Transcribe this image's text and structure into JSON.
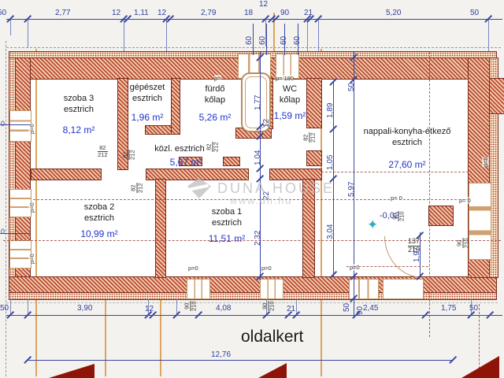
{
  "dims": {
    "top": [
      "50",
      "2,77",
      "12",
      "1,11",
      "12",
      "2,79",
      "18",
      "12",
      "90",
      "21",
      "5,20",
      "50"
    ],
    "bottom": [
      "50",
      "3,90",
      "12",
      "4,08",
      "21",
      "2,45",
      "1,75",
      "50"
    ],
    "bottom_total": "12,76",
    "v_mid": [
      "1,77",
      "12",
      "1,04",
      "22",
      "2,32"
    ],
    "v_nap": [
      "1,89",
      "1,05",
      "3,04"
    ],
    "v_right": [
      "50",
      "5,97",
      "50"
    ],
    "v_entry": "1,97",
    "win60": "60",
    "zero": "0"
  },
  "doors": {
    "i": {
      "w": "82",
      "h": "212"
    },
    "s": {
      "w": "90",
      "h": "210"
    },
    "e": {
      "w": "137",
      "h": "210"
    }
  },
  "par": {
    "p0": "p=0",
    "p0s": "p= 0",
    "p180": "p= 180",
    "pp": "p="
  },
  "lvl": "-0,02",
  "rooms": [
    {
      "name": "szoba 3",
      "finish": "esztrich",
      "area": "8,12 m²"
    },
    {
      "name": "gépészet",
      "finish": "esztrich",
      "area": "1,96 m²"
    },
    {
      "name": "fürdő",
      "finish": "kőlap",
      "area": "5,26 m²"
    },
    {
      "name": "WC",
      "finish": "kőlap",
      "area": "1,59 m²"
    },
    {
      "name": "közl.",
      "finish": "esztrich",
      "area": "5,67 m²"
    },
    {
      "name": "nappali-konyha-étkező",
      "finish": "esztrich",
      "area": "27,60 m²"
    },
    {
      "name": "szoba 2",
      "finish": "esztrich",
      "area": "10,99 m²"
    },
    {
      "name": "szoba 1",
      "finish": "esztrich",
      "area": "11,51 m²"
    }
  ],
  "site": "oldalkert",
  "wm": {
    "name": "DUNA HOUSE",
    "url": "www.dh.hu"
  },
  "colors": {
    "wall": "#ae3c2a",
    "dim": "#3a47a0",
    "area": "#2135c8",
    "dash": "#9c4a42",
    "grid": "#dda45f",
    "triangle": "#8e1407",
    "star": "#35aabf"
  }
}
